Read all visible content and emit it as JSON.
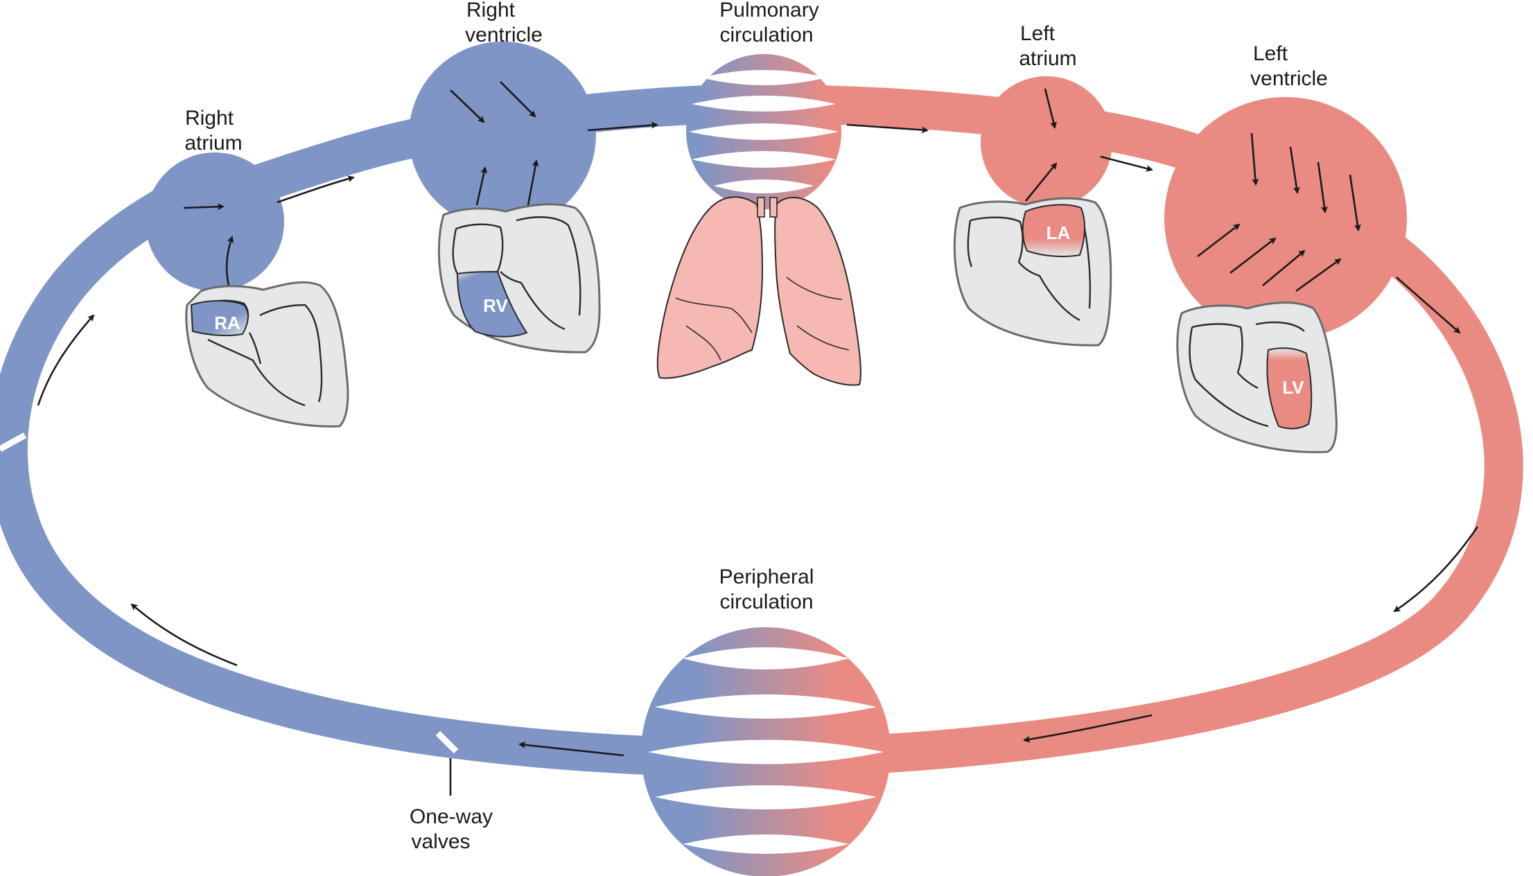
{
  "colors": {
    "venous": "#7f95c5",
    "arterial": "#e98b83",
    "heart_fill": "#e6e7e9",
    "lung_fill": "#f6b8b2"
  },
  "labels": {
    "right_atrium": [
      "Right",
      "atrium"
    ],
    "right_ventricle": [
      "Right",
      "ventricle"
    ],
    "pulmonary_circulation": [
      "Pulmonary",
      "circulation"
    ],
    "left_atrium": [
      "Left",
      "atrium"
    ],
    "left_ventricle": [
      "Left",
      "ventricle"
    ],
    "peripheral_circulation": [
      "Peripheral",
      "circulation"
    ],
    "one_way_valves": [
      "One-way",
      "valves"
    ]
  },
  "chambers": {
    "ra": "RA",
    "rv": "RV",
    "la": "LA",
    "lv": "LV"
  }
}
